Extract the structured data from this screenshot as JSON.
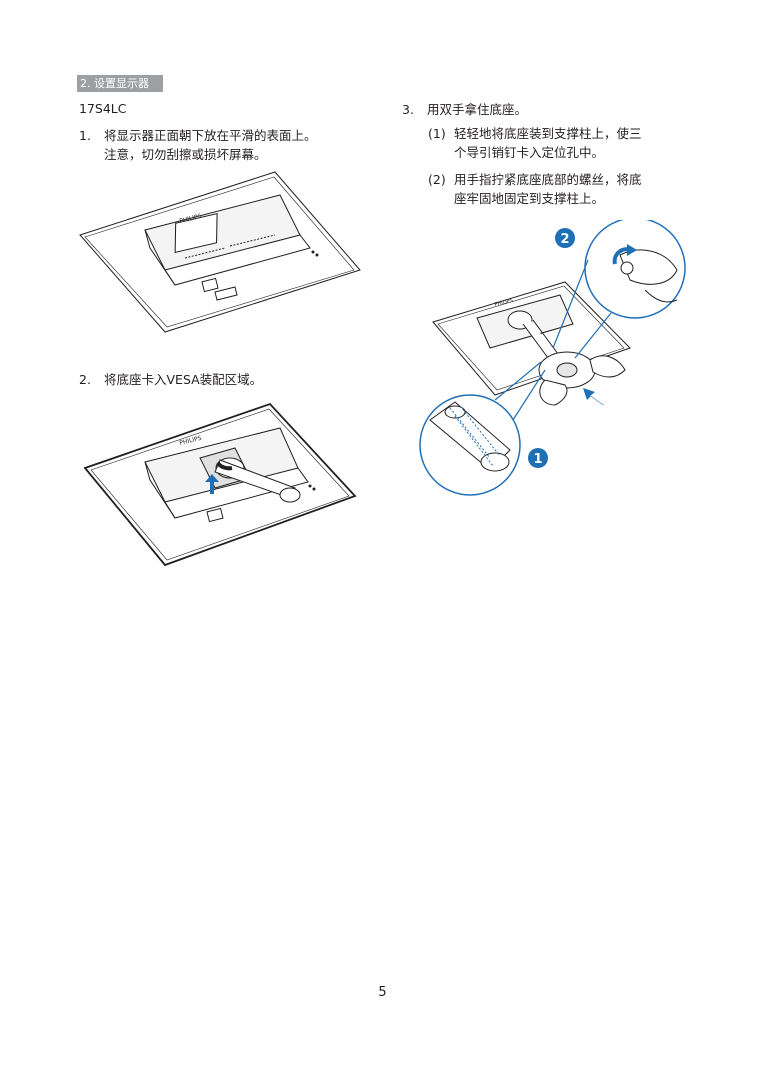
{
  "section": {
    "label": "2. 设置显示器"
  },
  "model": "17S4LC",
  "left_steps": [
    {
      "num": "1.",
      "lines": [
        "将显示器正面朝下放在平滑的表面上。",
        "注意，切勿刮擦或损坏屏幕。"
      ]
    },
    {
      "num": "2.",
      "lines": [
        "将底座卡入VESA装配区域。"
      ]
    }
  ],
  "right_step": {
    "num": "3.",
    "line": "用双手拿住底座。",
    "subs": [
      {
        "num": "(1)",
        "lines": [
          "轻轻地将底座装到支撑柱上，使三",
          "个导引销钉卡入定位孔中。"
        ]
      },
      {
        "num": "(2)",
        "lines": [
          "用手指拧紧底座底部的螺丝，将底",
          "座牢固地固定到支撑柱上。"
        ]
      }
    ]
  },
  "figures": {
    "fig1": {
      "brand": "PHILIPS"
    },
    "fig2": {
      "brand": "PHILIPS"
    },
    "fig3": {
      "brand": "PHILIPS",
      "callout_1": "1",
      "callout_2": "2"
    }
  },
  "colors": {
    "accent_blue": "#1f6fb7",
    "tag_gray": "#9d9fa2"
  },
  "page_number": "5"
}
